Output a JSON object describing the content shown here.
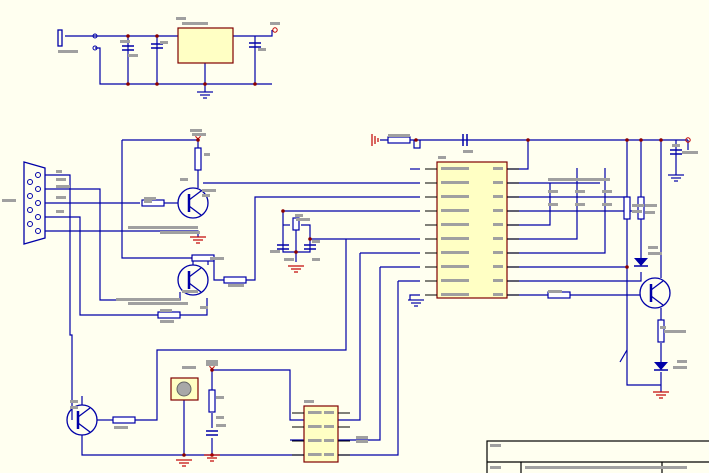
{
  "schematic": {
    "colors": {
      "background": "#fffff0",
      "wire": "#0000a8",
      "junction": "#8b0000",
      "ic_fill": "#ffffc4",
      "ic_border": "#800000",
      "ground": "#c00000",
      "label_redacted": "#a0a0a0",
      "title_block": "#000000"
    },
    "components": [
      "voltage-regulator",
      "main-ic",
      "optocoupler-ic",
      "db9-connector",
      "crystal",
      "transistor-q1",
      "transistor-q2",
      "transistor-q3",
      "transistor-q4",
      "led-1",
      "led-2",
      "push-button",
      "buzzer",
      "title-block"
    ]
  }
}
